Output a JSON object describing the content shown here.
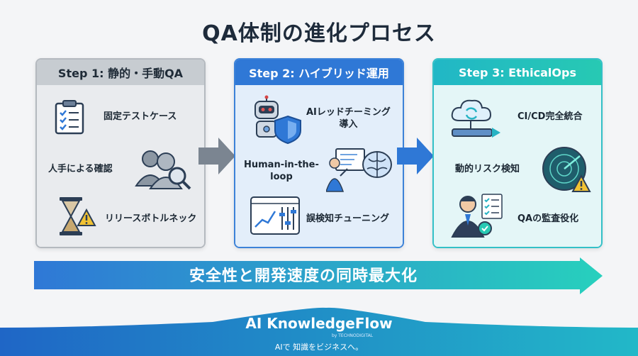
{
  "title": "QA体制の進化プロセス",
  "steps": [
    {
      "header": "Step 1: 静的・手動QA",
      "items": [
        "固定テストケース",
        "人手による確認",
        "リリースボトルネック"
      ]
    },
    {
      "header": "Step 2: ハイブリッド運用",
      "items": [
        "AIレッドチーミング\n導入",
        "Human-in-the-\nloop",
        "誤検知チューニング"
      ]
    },
    {
      "header": "Step 3: EthicalOps",
      "items": [
        "CI/CD完全統合",
        "動的リスク検知",
        "QAの監査役化"
      ]
    }
  ],
  "banner": "安全性と開発速度の同時最大化",
  "footer": {
    "brand": "AI KnowledgeFlow",
    "by": "by TECHNODIGITAL",
    "tagline": "AIで 知識をビジネスへ。"
  },
  "icons": [
    "clipboard-icon",
    "people-search-icon",
    "hourglass-warning-icon",
    "robot-shield-icon",
    "person-brain-board-icon",
    "chart-sliders-icon",
    "cloud-pipeline-icon",
    "radar-warning-icon",
    "auditor-checklist-icon"
  ],
  "colors": {
    "step1": "#c7ccd1",
    "step2": "#2f78d6",
    "step3": "#27c9b3",
    "title": "#1e2b3b"
  }
}
